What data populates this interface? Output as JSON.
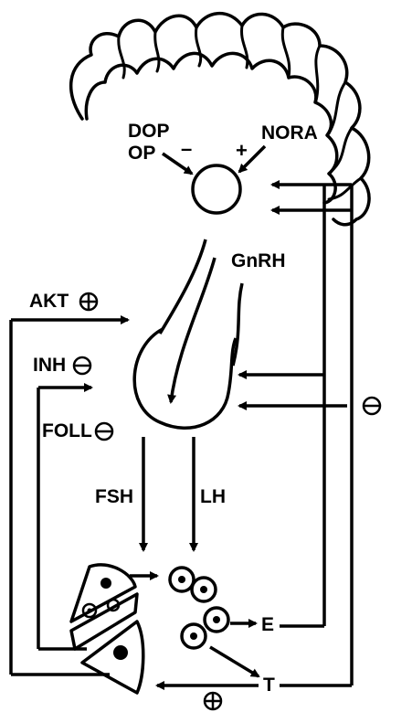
{
  "labels": {
    "dop": "DOP",
    "op": "OP",
    "minus_sign": "–",
    "plus_sign": "+",
    "nora": "NORA",
    "gnrh": "GnRH",
    "akt": "AKT",
    "inh": "INH",
    "foll": "FOLL",
    "fsh": "FSH",
    "lh": "LH",
    "e": "E",
    "t": "T"
  },
  "symbols": {
    "akt_sign": "plus-circle-icon",
    "inh_sign": "minus-circle-icon",
    "foll_sign": "minus-circle-icon",
    "feedback_sign": "minus-circle-icon",
    "bottom_sign": "plus-circle-icon"
  },
  "colors": {
    "ink": "#000000",
    "background": "#ffffff"
  }
}
